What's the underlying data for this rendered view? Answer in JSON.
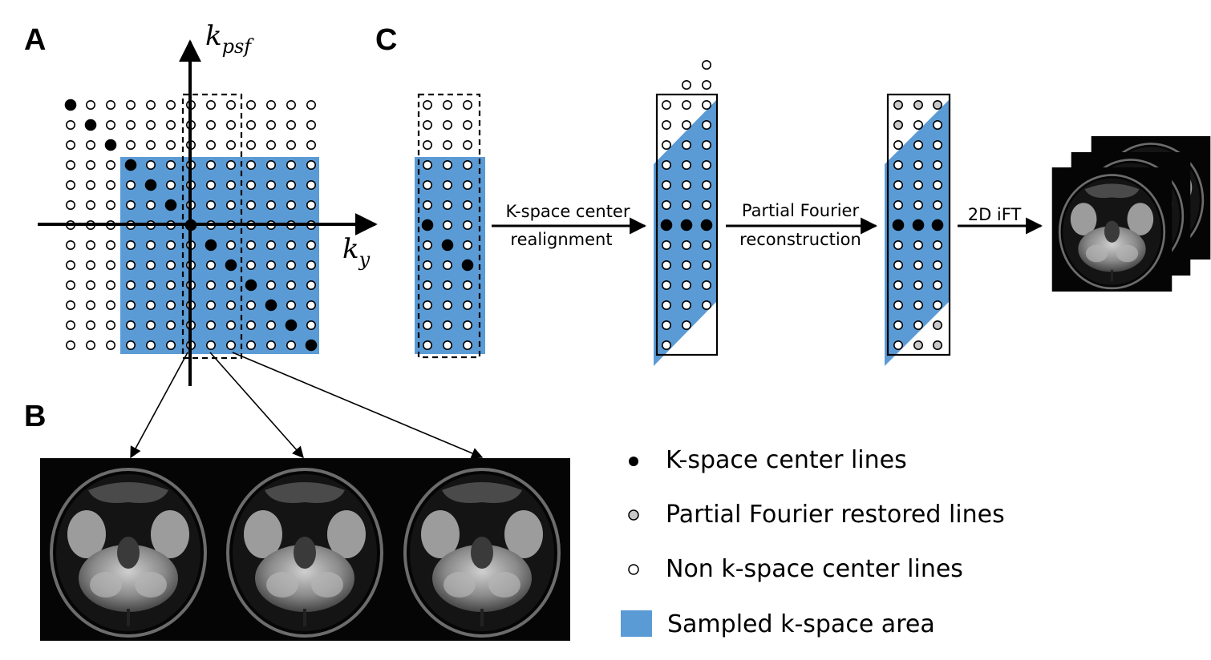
{
  "panels": {
    "a_label": "A",
    "b_label": "B",
    "c_label": "C"
  },
  "axes": {
    "vertical_label_main": "k",
    "vertical_label_sub": "psf",
    "horizontal_label_main": "k",
    "horizontal_label_sub": "y"
  },
  "steps": {
    "step1_line1": "K-space center",
    "step1_line2": "realignment",
    "step2_line1": "Partial Fourier",
    "step2_line2": "reconstruction",
    "step3": "2D iFT"
  },
  "legend": {
    "center_lines": "K-space center lines",
    "restored_lines": "Partial Fourier restored lines",
    "non_center_lines": "Non k-space center lines",
    "sampled_area": "Sampled k-space area"
  },
  "colors": {
    "sampled_area": "#5b9bd5",
    "center_dot": "#000000",
    "restored_dot": "#c8c8c8",
    "non_center_dot": "#ffffff"
  },
  "icons": [
    "black-dot-icon",
    "gray-dot-icon",
    "white-dot-icon",
    "blue-square-icon",
    "arrow-icon",
    "brain-mri-image"
  ]
}
